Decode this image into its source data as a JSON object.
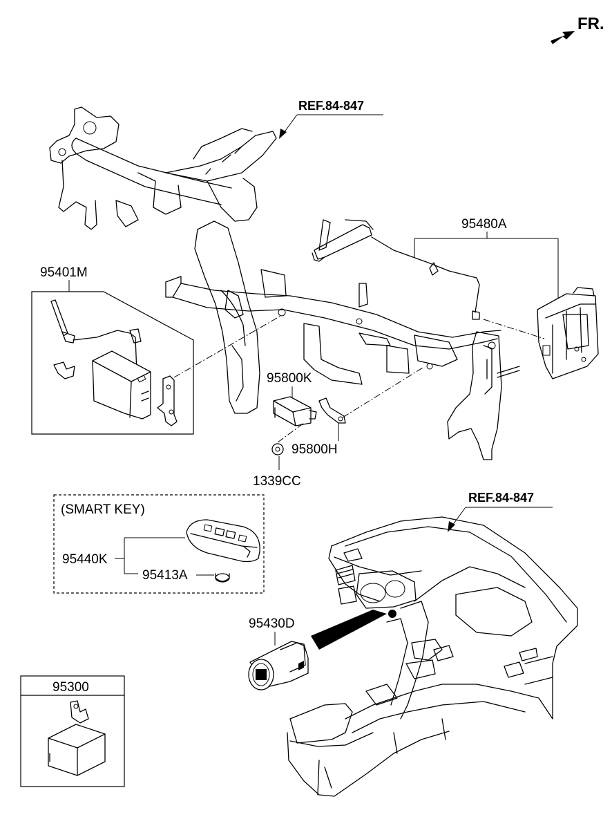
{
  "orientation": {
    "label": "FR."
  },
  "references": {
    "upper": "REF.84-847",
    "lower": "REF.84-847"
  },
  "parts": {
    "p95480A": "95480A",
    "p95401M": "95401M",
    "p95800K": "95800K",
    "p95800H": "95800H",
    "p1339CC": "1339CC",
    "p95440K": "95440K",
    "p95413A": "95413A",
    "p95430D": "95430D",
    "p95300": "95300"
  },
  "smart_key": {
    "title": "(SMART KEY)"
  }
}
